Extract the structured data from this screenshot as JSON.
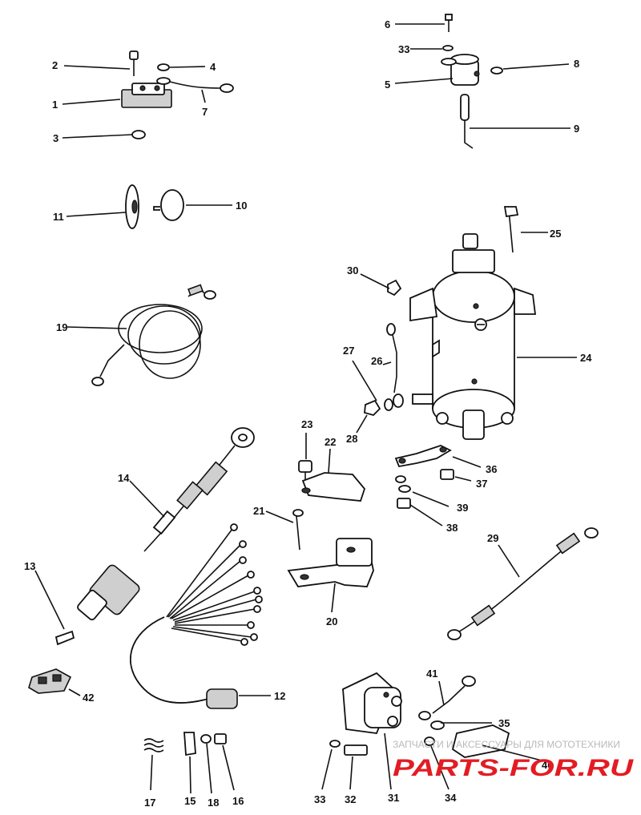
{
  "callouts": [
    "1",
    "2",
    "3",
    "4",
    "5",
    "6",
    "7",
    "8",
    "9",
    "10",
    "11",
    "12",
    "13",
    "14",
    "15",
    "16",
    "17",
    "18",
    "19",
    "20",
    "21",
    "22",
    "23",
    "24",
    "25",
    "26",
    "27",
    "28",
    "29",
    "30",
    "31",
    "32",
    "33",
    "33",
    "34",
    "35",
    "36",
    "37",
    "38",
    "39",
    "40",
    "41",
    "42"
  ],
  "watermark": {
    "subtitle": "ЗАПЧАСТИ И АКСЕССУАРЫ ДЛЯ МОТОТЕХНИКИ",
    "logo": "PARTS-FOR.RU",
    "logo_color": "#e31c23"
  }
}
